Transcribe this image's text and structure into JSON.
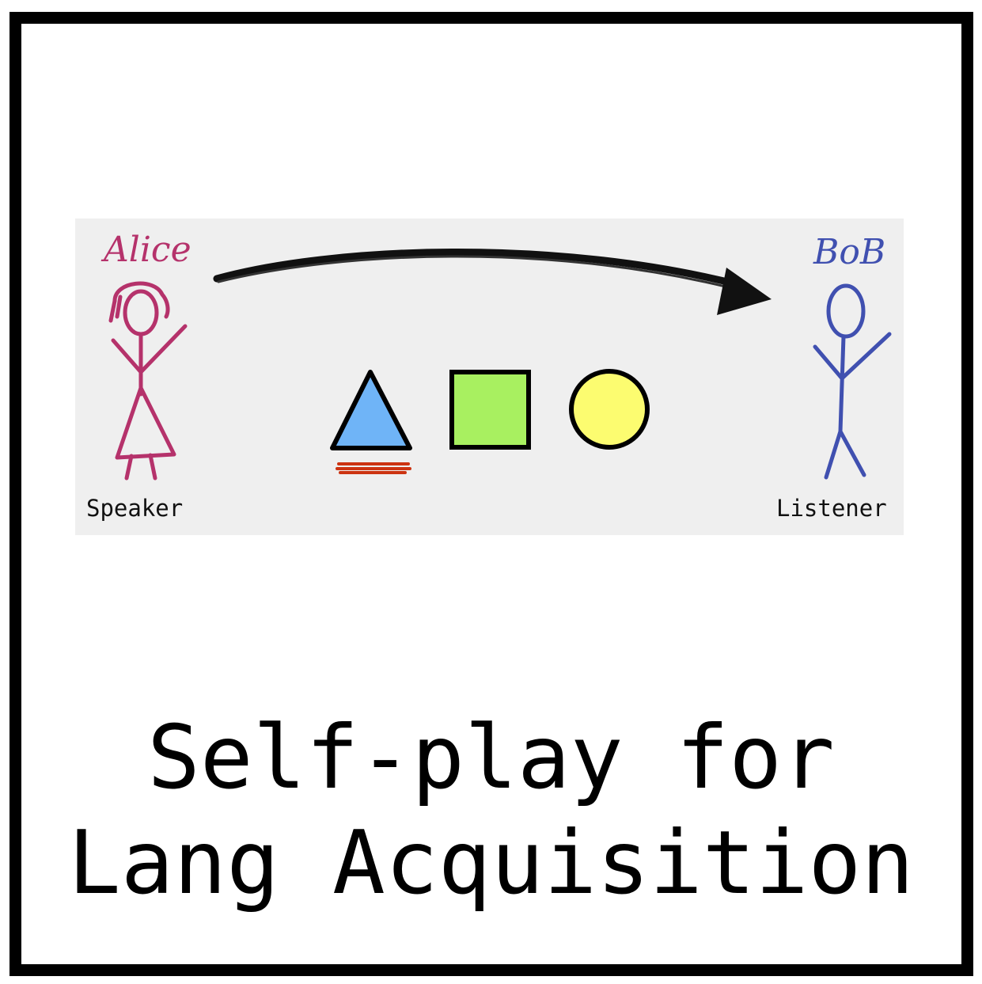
{
  "diagram": {
    "speaker": {
      "name": "Alice",
      "role": "Speaker",
      "color": "#b5326b"
    },
    "listener": {
      "name": "BoB",
      "role": "Listener",
      "color": "#4050b0"
    },
    "message_arrow": {
      "from": "speaker",
      "to": "listener",
      "color": "#111111"
    },
    "objects": [
      {
        "shape": "triangle",
        "fill": "#6fb4f7",
        "selected": true
      },
      {
        "shape": "square",
        "fill": "#a8f060",
        "selected": false
      },
      {
        "shape": "circle",
        "fill": "#fcfc70",
        "selected": false
      }
    ],
    "selection_mark_color": "#cc3311",
    "panel_background": "#efefef"
  },
  "title": {
    "line1": "Self-play for",
    "line2": "Lang Acquisition"
  }
}
